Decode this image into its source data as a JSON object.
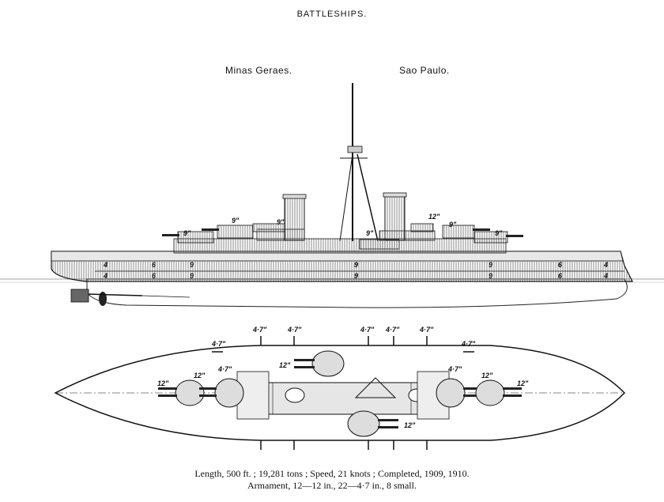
{
  "header": {
    "title": "BATTLESHIPS."
  },
  "ships": {
    "left_name": "Minas Geraes.",
    "right_name": "Sao Paulo."
  },
  "profile_labels": {
    "nine_inch": "9\"",
    "twelve_inch": "12\"",
    "armor_4": "4",
    "armor_6": "6",
    "armor_9": "9"
  },
  "plan_labels": {
    "secondary": "4·7\"",
    "main": "12\""
  },
  "caption": {
    "line1": "Length, 500 ft. ; 19,281 tons ; Speed, 21 knots ; Completed, 1909, 1910.",
    "line2": "Armament, 12—12 in., 22—4·7 in., 8 small."
  }
}
